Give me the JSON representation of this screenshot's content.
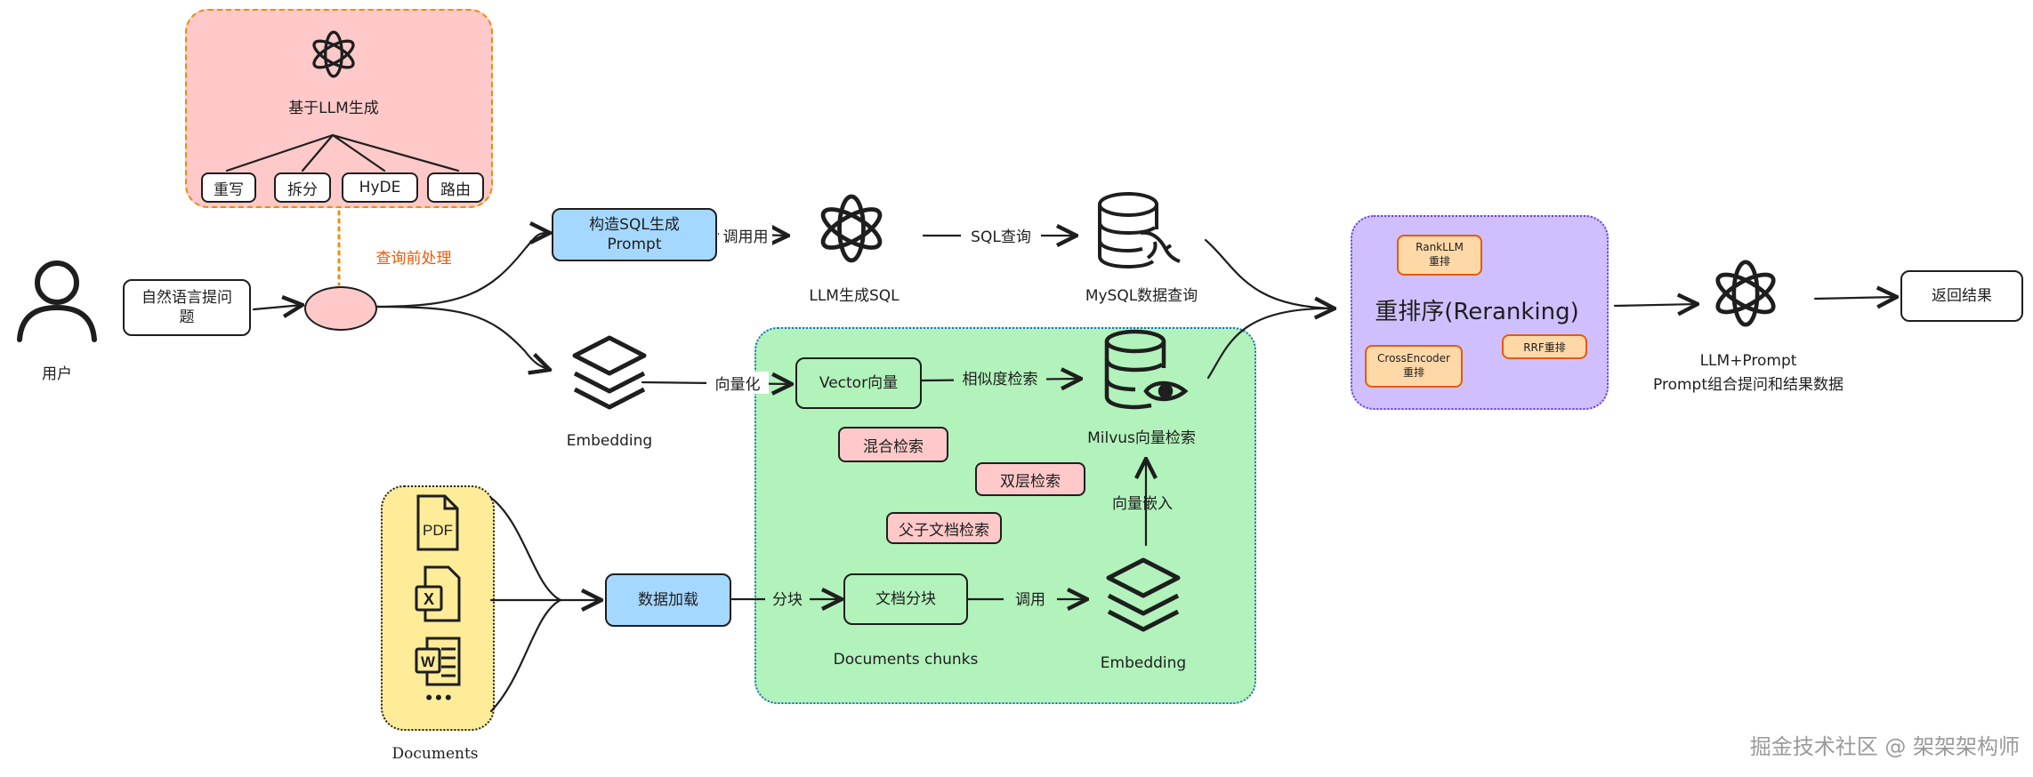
{
  "query_pre": {
    "llm_gen_label": "基于LLM生成",
    "tags": [
      "重写",
      "拆分",
      "HyDE",
      "路由"
    ],
    "section_label": "查询前处理"
  },
  "user": {
    "label": "用户",
    "question": "自然语言提问题"
  },
  "sql": {
    "prompt_box": "构造SQL生成Prompt",
    "call_label": "调用用",
    "llm_label": "LLM生成SQL",
    "query_edge": "SQL查询",
    "mysql_label": "MySQL数据查询"
  },
  "vector": {
    "embedding_label": "Embedding",
    "vectorize_edge": "向量化",
    "vector_box": "Vector向量",
    "similarity_edge": "相似度检索",
    "milvus_label": "Milvus向量检索",
    "hybrid_tag": "混合检索",
    "dual_tag": "双层检索",
    "parent_child_tag": "父子文档检索",
    "embed_edge": "向量嵌入"
  },
  "ingest": {
    "documents_label": "Documents",
    "load_box": "数据加载",
    "chunk_edge": "分块",
    "split_box": "文档分块",
    "call_edge": "调用",
    "chunks_label": "Documents chunks",
    "embedding_label": "Embedding",
    "file_icons": [
      "PDF",
      "X",
      "W"
    ],
    "more": "•••"
  },
  "rerank": {
    "title": "重排序(Reranking)",
    "rankllm_line1": "RankLLM",
    "rankllm_line2": "重排",
    "crossencoder_line1": "CrossEncoder",
    "crossencoder_line2": "重排",
    "rrf": "RRF重排"
  },
  "final": {
    "llm_line1": "LLM+Prompt",
    "llm_line2": "Prompt组合提问和结果数据",
    "result_box": "返回结果"
  },
  "watermark": "掘金技术社区 @ 架架架构师",
  "colors": {
    "pre_fill": "#ffc9c9",
    "pre_border": "#f08c00",
    "vector_fill": "#b2f2bb",
    "vector_border": "#1971c2",
    "docs_fill": "#ffec99",
    "rerank_fill": "#d0bfff",
    "rerank_border": "#6741d9",
    "blue_box": "#a5d8ff",
    "pink_tag": "#ffc9c9",
    "orange_tag": "#ffd8a8",
    "orange_label": "#e8590c"
  }
}
